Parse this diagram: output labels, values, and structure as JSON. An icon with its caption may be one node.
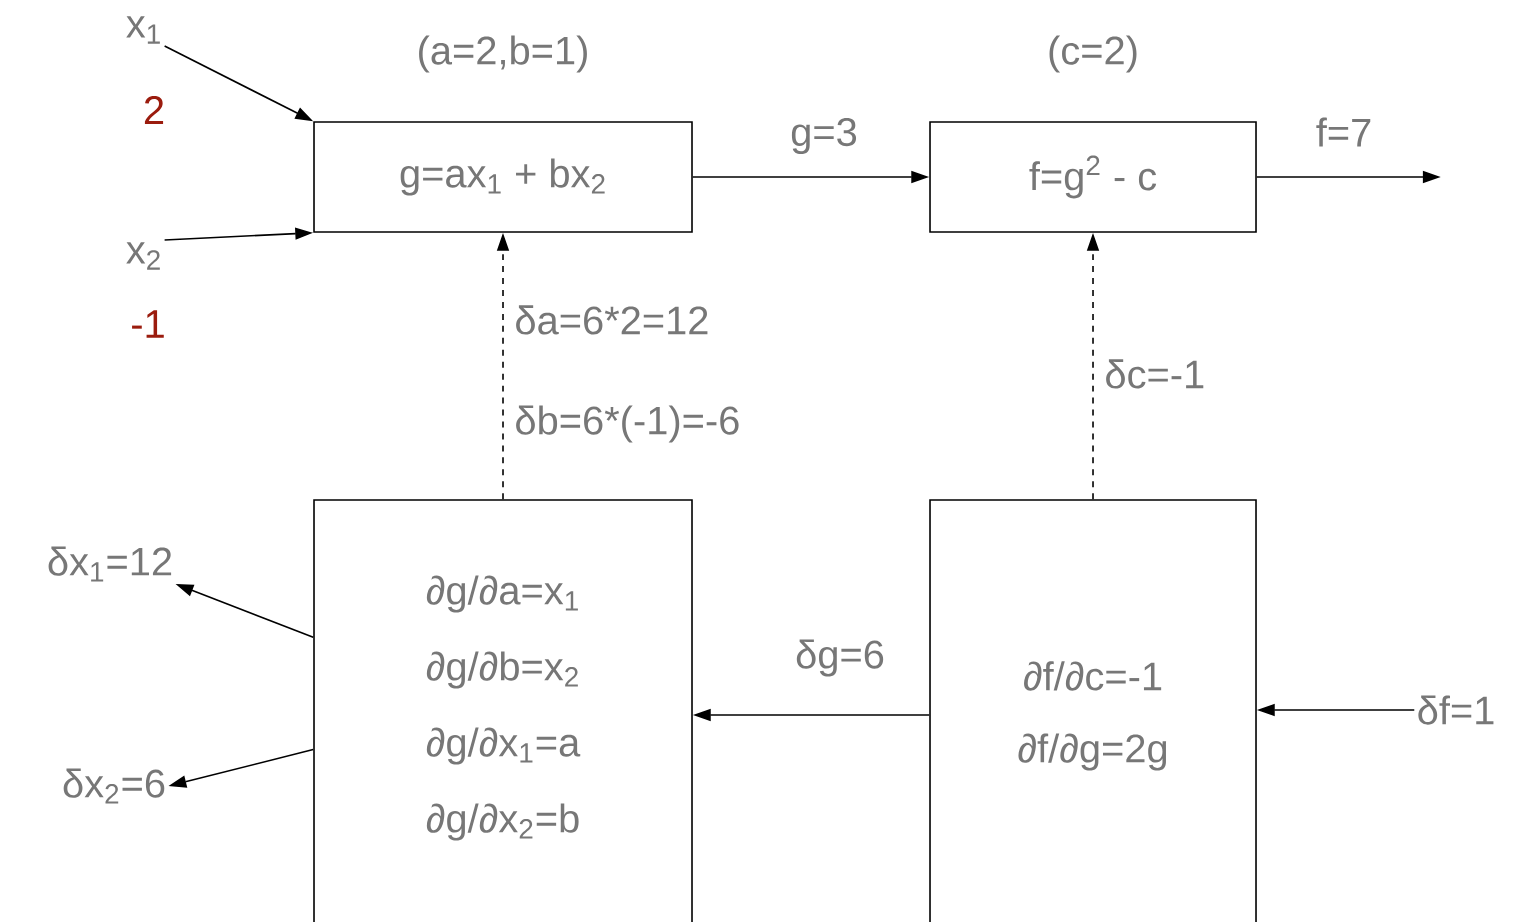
{
  "diagram": {
    "nodes": [
      {
        "text": [
          "g=ax$_{1}$ + bx$_{2}$"
        ],
        "beside": [
          "(a=2,b=1)"
        ]
      },
      {
        "text": [
          "f=g$^{2}$ - c"
        ],
        "beside": [
          "(c=2)"
        ]
      },
      {
        "text": [
          "∂g/∂a=x$_{1}$",
          "∂g/∂b=x$_{2}$",
          "∂g/∂x$_{1}$=a",
          "∂g/∂x$_{2}$=b"
        ]
      },
      {
        "text": [
          "∂f/∂c=-1",
          "∂f/∂g=2g"
        ]
      },
      {
        "text": [
          "x$_{1}$"
        ],
        "beside": [
          "2"
        ]
      },
      {
        "text": [
          "x$_{2}$"
        ],
        "beside": [
          "-1"
        ]
      },
      {
        "text": [
          "δf=1"
        ]
      },
      {
        "text": [
          "δx$_{1}$=12"
        ]
      },
      {
        "text": [
          "δx$_{2}$=6"
        ]
      }
    ],
    "edges": [
      {
        "from": 4,
        "to": 0,
        "arrow": "to"
      },
      {
        "from": 5,
        "to": 0,
        "arrow": "to"
      },
      {
        "from": 0,
        "to": 1,
        "arrow": "to",
        "label": "g=3"
      },
      {
        "from": 1,
        "to": null,
        "arrow": "to",
        "label": "f=7"
      },
      {
        "from": 2,
        "to": 0,
        "arrow": "to",
        "style": "dashed",
        "label": "δa=6*2=12"
      },
      {
        "from": 3,
        "to": 1,
        "arrow": "to",
        "style": "dashed",
        "label": "δc=-1"
      },
      {
        "from": 6,
        "to": 3,
        "arrow": "to"
      },
      {
        "from": 3,
        "to": 2,
        "arrow": "to",
        "label": "δg=6"
      },
      {
        "from": 2,
        "to": 7,
        "arrow": "to"
      },
      {
        "from": 2,
        "to": 8,
        "arrow": "to"
      }
    ],
    "labels": [
      "δb=6*(-1)=-6"
    ]
  }
}
